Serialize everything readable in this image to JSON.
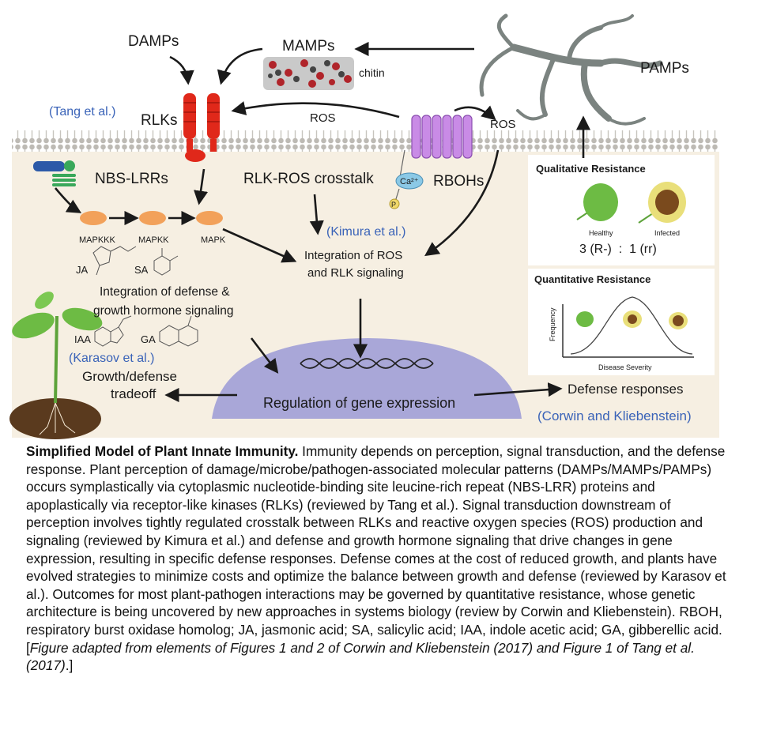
{
  "colors": {
    "membrane_band": "#d9d6cf",
    "cytoplasm": "#f6efe2",
    "rlk_red": "#e0281a",
    "rboh_purple": "#c98be6",
    "mapk_orange": "#f2a15a",
    "nucleus_blue": "#a9a7d8",
    "citation_blue": "#3a63b8",
    "leaf_green": "#6dbb44",
    "soil_brown": "#5a3a1e"
  },
  "icons": [
    "hyphae-icon",
    "chitin-icon",
    "rlk-receptor-icon",
    "rboh-channel-icon",
    "nbs-lrr-icon",
    "seedling-icon",
    "dna-icon",
    "leaf-icon",
    "infected-leaf-icon",
    "jasmonic-acid-structure-icon",
    "salicylic-acid-structure-icon",
    "iaa-structure-icon",
    "ga-structure-icon"
  ],
  "diagram": {
    "damps": "DAMPs",
    "mamps": "MAMPs",
    "pamps": "PAMPs",
    "chitin": "chitin",
    "rlks": "RLKs",
    "ros_left": "ROS",
    "ros_right": "ROS",
    "tang_cite": "(Tang et al.)",
    "nbs_lrrs": "NBS-LRRs",
    "rlk_ros_crosstalk": "RLK-ROS crosstalk",
    "ca2": "Ca²⁺",
    "phos": "P",
    "rbohs": "RBOHs",
    "mapkkk": "MAPKKK",
    "mapkk": "MAPKK",
    "mapk": "MAPK",
    "kimura_cite": "(Kimura et al.)",
    "integration_ros_1": "Integration of ROS",
    "integration_ros_2": "and RLK signaling",
    "ja": "JA",
    "sa": "SA",
    "integration_hormone_1": "Integration of defense &",
    "integration_hormone_2": "growth hormone signaling",
    "iaa": "IAA",
    "ga": "GA",
    "karasov_cite": "(Karasov et al.)",
    "tradeoff_1": "Growth/defense",
    "tradeoff_2": "tradeoff",
    "gene_expression": "Regulation of gene expression",
    "defense_responses": "Defense responses",
    "corwin_cite": "(Corwin and Kliebenstein)",
    "qualitative_title": "Qualitative Resistance",
    "healthy": "Healthy",
    "infected": "Infected",
    "ratio": "3 (R-)  :  1 (rr)",
    "quantitative_title": "Quantitative Resistance",
    "frequency": "Frequency",
    "disease_severity": "Disease Severity"
  },
  "caption": {
    "title": "Simplified Model of Plant Innate Immunity.",
    "body": "  Immunity depends on perception, signal transduction, and the defense response. Plant perception of damage/microbe/pathogen-associated molecular patterns (DAMPs/MAMPs/PAMPs) occurs symplastically via cytoplasmic nucleotide-binding site leucine-rich repeat (NBS-LRR) proteins and apoplastically via receptor-like kinases (RLKs) (reviewed by Tang et al.). Signal transduction downstream of perception involves tightly regulated crosstalk between RLKs and reactive oxygen species (ROS) production and signaling (reviewed by Kimura et al.) and defense and growth hormone signaling that drive changes in gene expression, resulting in specific defense responses. Defense comes at the cost of reduced growth, and plants have evolved strategies to minimize costs and optimize the balance between growth and defense (reviewed by Karasov et al.). Outcomes for most plant-pathogen interactions may be governed by quantitative resistance, whose genetic architecture is being uncovered by new approaches in systems biology (review by Corwin and Kliebenstein). RBOH, respiratory burst oxidase homolog; JA, jasmonic acid; SA, salicylic acid; IAA, indole acetic acid; GA, gibberellic acid. [",
    "italic": "Figure adapted from elements of Figures 1 and 2 of Corwin and Kliebenstein (2017) and Figure 1 of Tang et al. (2017)",
    "end": ".]"
  }
}
